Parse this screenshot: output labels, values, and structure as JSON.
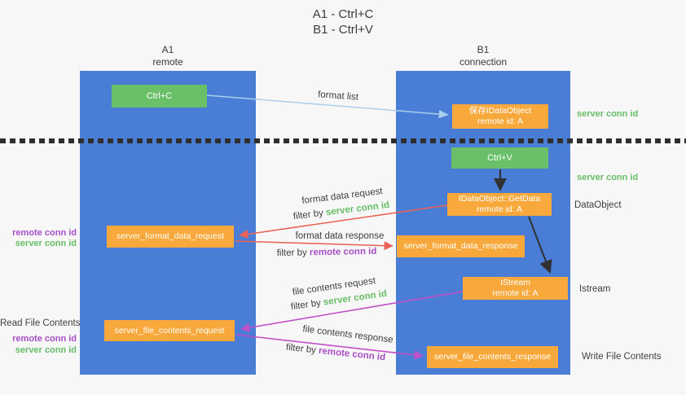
{
  "title": {
    "line1": "A1 - Ctrl+C",
    "line2": "B1 - Ctrl+V"
  },
  "lanes": {
    "left": {
      "name": "A1",
      "role": "remote"
    },
    "right": {
      "name": "B1",
      "role": "connection"
    }
  },
  "nodes": {
    "ctrl_c": {
      "label": "Ctrl+C"
    },
    "ctrl_v": {
      "label": "Ctrl+V"
    },
    "save_idataobject": {
      "line1": "保存IDataObject",
      "line2": "remote id: A"
    },
    "getdata": {
      "line1": "IDataObject::GetData",
      "line2": "remote id: A"
    },
    "istream": {
      "line1": "IStream",
      "line2": "remote id: A"
    },
    "format_request": {
      "label": "server_format_data_request"
    },
    "format_response": {
      "label": "server_format_data_response"
    },
    "file_request": {
      "label": "server_file_contents_request"
    },
    "file_response": {
      "label": "server_file_contents_response"
    }
  },
  "edges": {
    "format_list": "format list",
    "format_data_request": "format data request",
    "format_data_response": "format data response",
    "file_contents_request": "file contents request",
    "file_contents_response": "file contents response"
  },
  "labels": {
    "filter_by": "filter by",
    "server_conn_id": "server conn id",
    "remote_conn_id": "remote conn id"
  },
  "annotations": {
    "dataobject": "DataObject",
    "istream": "Istream",
    "read_file_contents": "Read File Contents",
    "write_file_contents": "Write File Contents"
  },
  "colors": {
    "lane_blue": "#4A7ED6",
    "box_green": "#6ABF69",
    "box_orange": "#F9A93C",
    "arrow_red": "#EA6357",
    "arrow_magenta": "#C24FC8",
    "arrow_lightblue": "#A9CFEC",
    "arrow_black": "#303030",
    "text_green": "#67BD67",
    "text_purple": "#A84FC8",
    "text_dark": "#3F3F3F",
    "background": "#F7F7F7"
  }
}
